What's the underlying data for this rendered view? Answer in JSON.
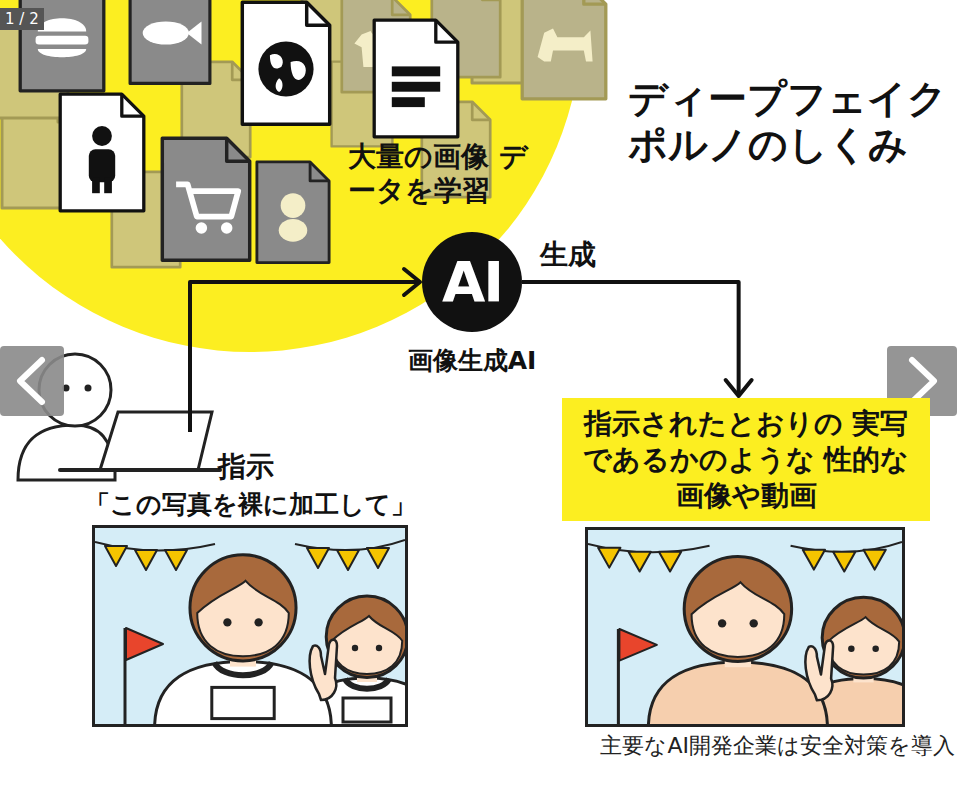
{
  "diagram": {
    "title": "ディープフェイク ポルノのしくみ",
    "nodes": [
      {
        "text": [
          "AI",
          "画像生成AI"
        ]
      },
      {
        "text": [
          "指示",
          "「この写真を裸に加工して」"
        ]
      },
      {
        "text": [
          "指示されたとおりの 実写であるかのような 性的な画像や動画"
        ]
      },
      {
        "text": []
      }
    ],
    "edges": [
      {
        "from": 1,
        "to": 0,
        "arrow": "to"
      },
      {
        "from": 0,
        "to": 2,
        "label": "生成",
        "arrow": "to"
      }
    ],
    "labels": [
      "1 / 2",
      "大量の画像 データを学習",
      "主要なAI開発企業は安全対策を導入"
    ]
  }
}
